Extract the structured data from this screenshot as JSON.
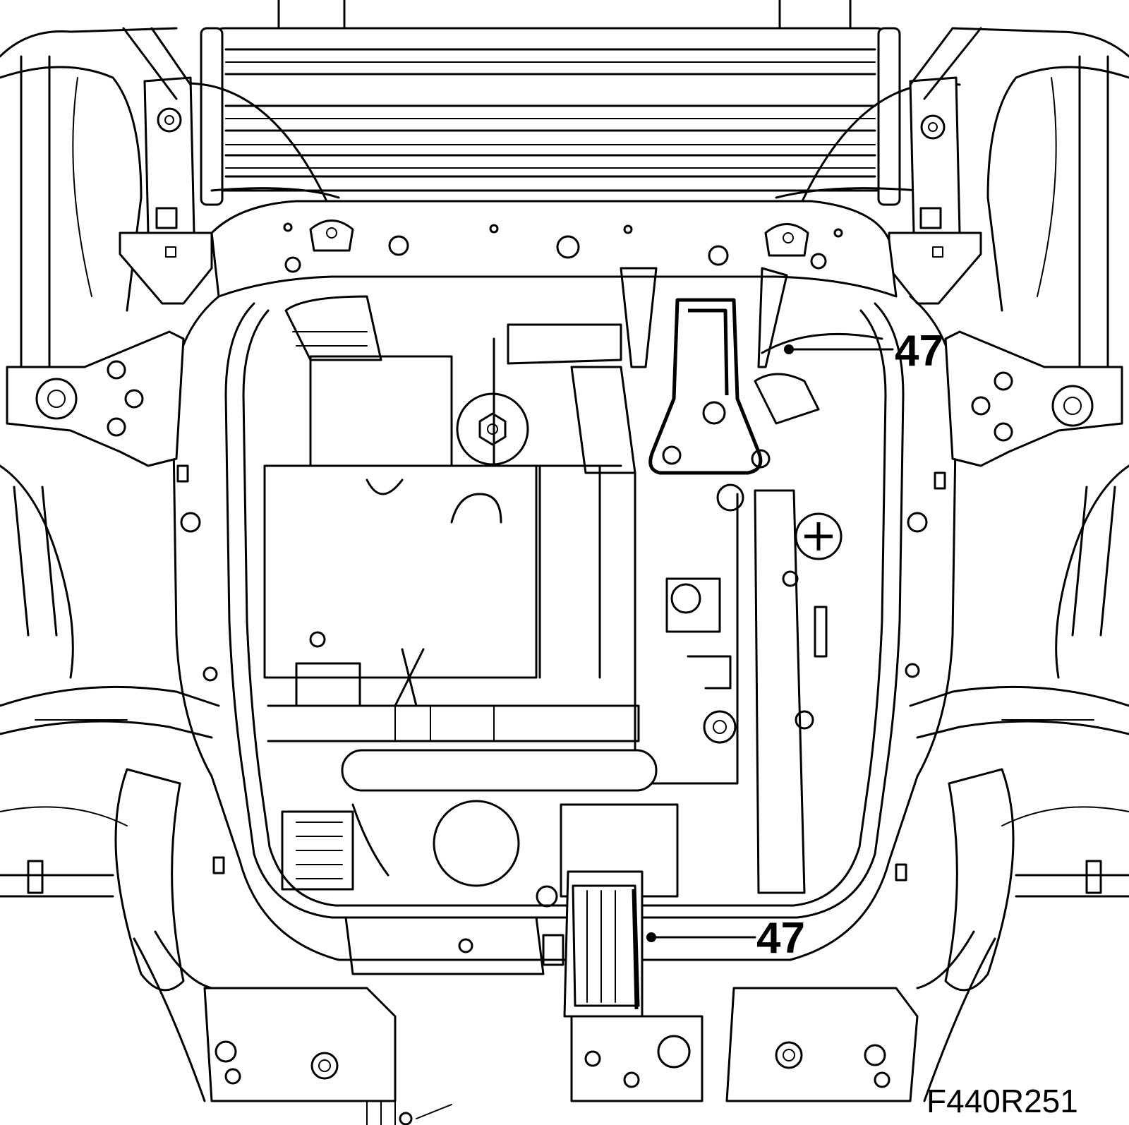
{
  "callouts": [
    {
      "number": "47"
    },
    {
      "number": "47"
    }
  ],
  "figure_code": "F440R251"
}
